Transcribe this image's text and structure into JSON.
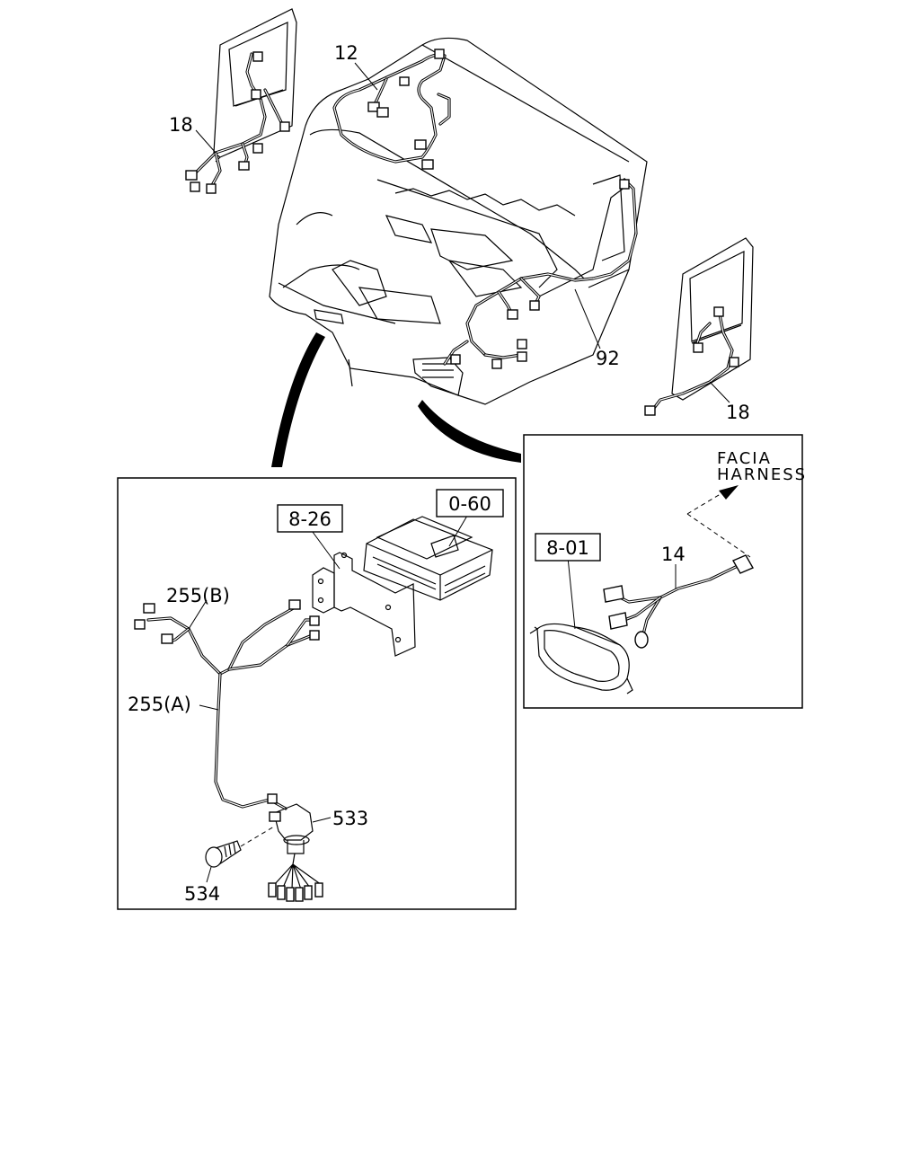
{
  "callouts": {
    "c12": "12",
    "c18_left": "18",
    "c18_right": "18",
    "c92": "92",
    "c255b": "255(B)",
    "c255a": "255(A)",
    "c533": "533",
    "c534": "534",
    "c14": "14"
  },
  "refs": {
    "r826": "8-26",
    "r060": "0-60",
    "r801": "8-01"
  },
  "annotation": {
    "line1": "FACIA",
    "line2": "HARNESS"
  }
}
